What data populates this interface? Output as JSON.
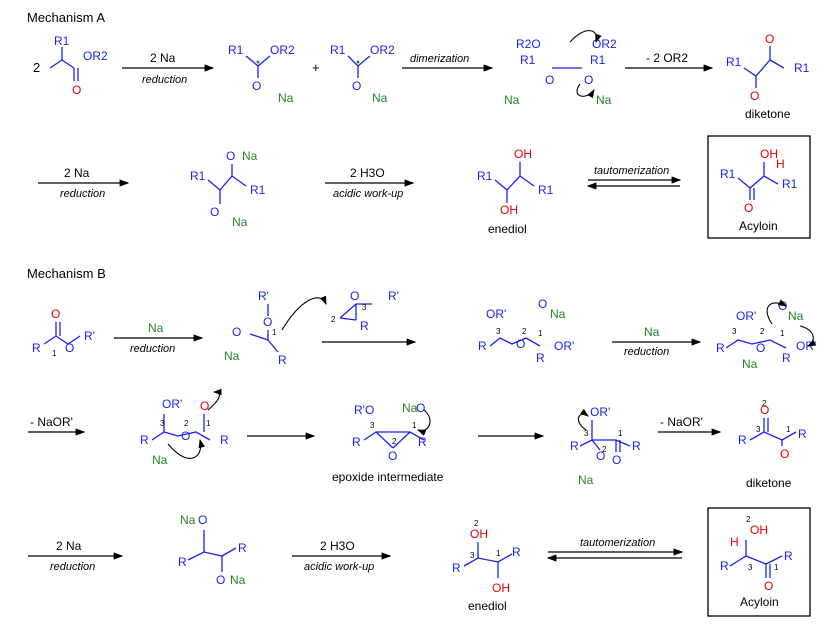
{
  "mechA": {
    "label": "Mechanism A",
    "s1": {
      "coef": "2",
      "r1": "R1",
      "or2": "OR2",
      "o": "O"
    },
    "r1": {
      "reagent": "2 Na",
      "cond": "reduction"
    },
    "s2a": {
      "r1": "R1",
      "or2": "OR2",
      "o": "O",
      "na": "Na"
    },
    "plus": "+",
    "s2b": {
      "r1": "R1",
      "or2": "OR2",
      "o": "O",
      "na": "Na"
    },
    "r2": {
      "cond": "dimerization"
    },
    "s3": {
      "r2o": "R2O",
      "or2": "OR2",
      "r1a": "R1",
      "r1b": "R1",
      "oa": "O",
      "ob": "O",
      "naa": "Na",
      "nab": "Na"
    },
    "r3": {
      "reagent": "- 2 OR2"
    },
    "diketone": {
      "r1a": "R1",
      "r1b": "R1",
      "oa": "O",
      "ob": "O",
      "name": "diketone"
    },
    "r4": {
      "reagent": "2 Na",
      "cond": "reduction"
    },
    "s5": {
      "r1a": "R1",
      "r1b": "R1",
      "oa": "O",
      "ob": "O",
      "naa": "Na",
      "nab": "Na"
    },
    "r5": {
      "reagent": "2 H3O",
      "cond": "acidic work-up"
    },
    "enediol": {
      "r1a": "R1",
      "r1b": "R1",
      "oh1": "OH",
      "oh2": "OH",
      "name": "enediol"
    },
    "r6": {
      "cond": "tautomerization"
    },
    "acyloin": {
      "r1a": "R1",
      "r1b": "R1",
      "oh": "OH",
      "h": "H",
      "o": "O",
      "name": "Acyloin"
    }
  },
  "mechB": {
    "label": "Mechanism B",
    "b1": {
      "r": "R",
      "o": "O",
      "or": "O",
      "rp": "R'",
      "n1": "1"
    },
    "rb1": {
      "reagent": "Na",
      "cond": "reduction"
    },
    "b2": {
      "rp": "R'",
      "o": "O",
      "ominus": "O",
      "r": "R",
      "na": "Na",
      "n1": "1"
    },
    "b2b": {
      "o": "O",
      "rp": "R'",
      "r": "R",
      "n2": "2",
      "n3": "3"
    },
    "b3": {
      "or1": "OR'",
      "or2": "OR'",
      "o": "O",
      "ona": "O",
      "na": "Na",
      "r1": "R",
      "r2": "R",
      "n1": "1",
      "n2": "2",
      "n3": "3"
    },
    "rb3": {
      "reagent": "Na",
      "cond": "reduction"
    },
    "b4": {
      "or1": "OR'",
      "or2": "OR'",
      "o": "O",
      "ona": "O",
      "na1": "Na",
      "na2": "Na",
      "r1": "R",
      "r2": "R",
      "n1": "1",
      "n2": "2",
      "n3": "3"
    },
    "rb4": {
      "reagent": "- NaOR'"
    },
    "b5": {
      "or": "OR'",
      "o1": "O",
      "o2": "O",
      "na": "Na",
      "r1": "R",
      "r2": "R",
      "n1": "1",
      "n2": "2",
      "n3": "3"
    },
    "b6": {
      "ro": "R'O",
      "na": "Na",
      "o": "O",
      "o2": "O",
      "r1": "R",
      "r2": "R",
      "n1": "1",
      "n2": "2",
      "n3": "3",
      "name": "epoxide intermediate"
    },
    "b7": {
      "or": "OR'",
      "o1": "O",
      "o2": "O",
      "na": "Na",
      "r1": "R",
      "r2": "R",
      "n1": "1",
      "n2": "2",
      "n3": "3"
    },
    "rb7": {
      "reagent": "- NaOR'"
    },
    "diketone": {
      "o1": "O",
      "o2": "O",
      "r1": "R",
      "r2": "R",
      "n1": "1",
      "n2": "2",
      "n3": "3",
      "name": "diketone"
    },
    "rb8": {
      "reagent": "2 Na",
      "cond": "reduction"
    },
    "b9": {
      "naa": "Na",
      "nab": "Na",
      "oa": "O",
      "ob": "O",
      "r1": "R",
      "r2": "R"
    },
    "rb9": {
      "reagent": "2 H3O",
      "cond": "acidic work-up"
    },
    "enediol": {
      "oh1": "OH",
      "oh2": "OH",
      "r1": "R",
      "r2": "R",
      "n1": "1",
      "n2": "2",
      "n3": "3",
      "name": "enediol"
    },
    "rb10": {
      "cond": "tautomerization"
    },
    "acyloin": {
      "oh": "OH",
      "h": "H",
      "o": "O",
      "r1": "R",
      "r2": "R",
      "n1": "1",
      "n2": "2",
      "n3": "3",
      "name": "Acyloin"
    }
  },
  "colors": {
    "structure": "#1f1fe6",
    "sodium": "#1e8a1e",
    "oxygen_red": "#e60000",
    "arrows": "#000000"
  }
}
